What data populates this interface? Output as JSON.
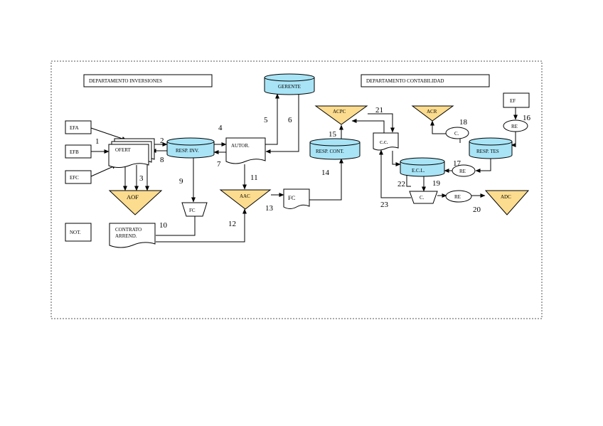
{
  "departments": {
    "inversiones": "DEPARTAMENTO INVERSIONES",
    "contabilidad": "DEPARTAMENTO CONTABILIDAD"
  },
  "colors": {
    "database": "#a8e4f6",
    "archive": "#fcdc8e",
    "line": "#000000"
  },
  "inputs": {
    "efa": "EFA",
    "efb": "EFB",
    "efc": "EFC",
    "not": "NOT.",
    "ef": "EF"
  },
  "documents": {
    "ofert": "OFERT",
    "autor": "AUTOR.",
    "fc_small": "FC",
    "fc_mid": "FC",
    "contrato_1": "CONTRATO",
    "contrato_2": "ARREND.",
    "cc": "c.c.",
    "c_trap": "C."
  },
  "databases": {
    "gerente": "GERENTE",
    "resp_inv": "RESP. INV.",
    "resp_cont": "RESP. CONT.",
    "ecl": "E.C.L.",
    "resp_tes": "RESP. TES"
  },
  "archives": {
    "aof": "AOF",
    "aac": "AAC",
    "acpc": "ACPC",
    "acr": "ACR",
    "adc": "ADC"
  },
  "ovals": {
    "c_oval": "C.",
    "re_16": "RE",
    "re_17": "RE",
    "re_20": "RE"
  },
  "steps": [
    "1",
    "2",
    "3",
    "4",
    "5",
    "6",
    "7",
    "8",
    "9",
    "10",
    "11",
    "12",
    "13",
    "14",
    "15",
    "16",
    "17",
    "18",
    "19",
    "20",
    "21",
    "22",
    "23"
  ]
}
